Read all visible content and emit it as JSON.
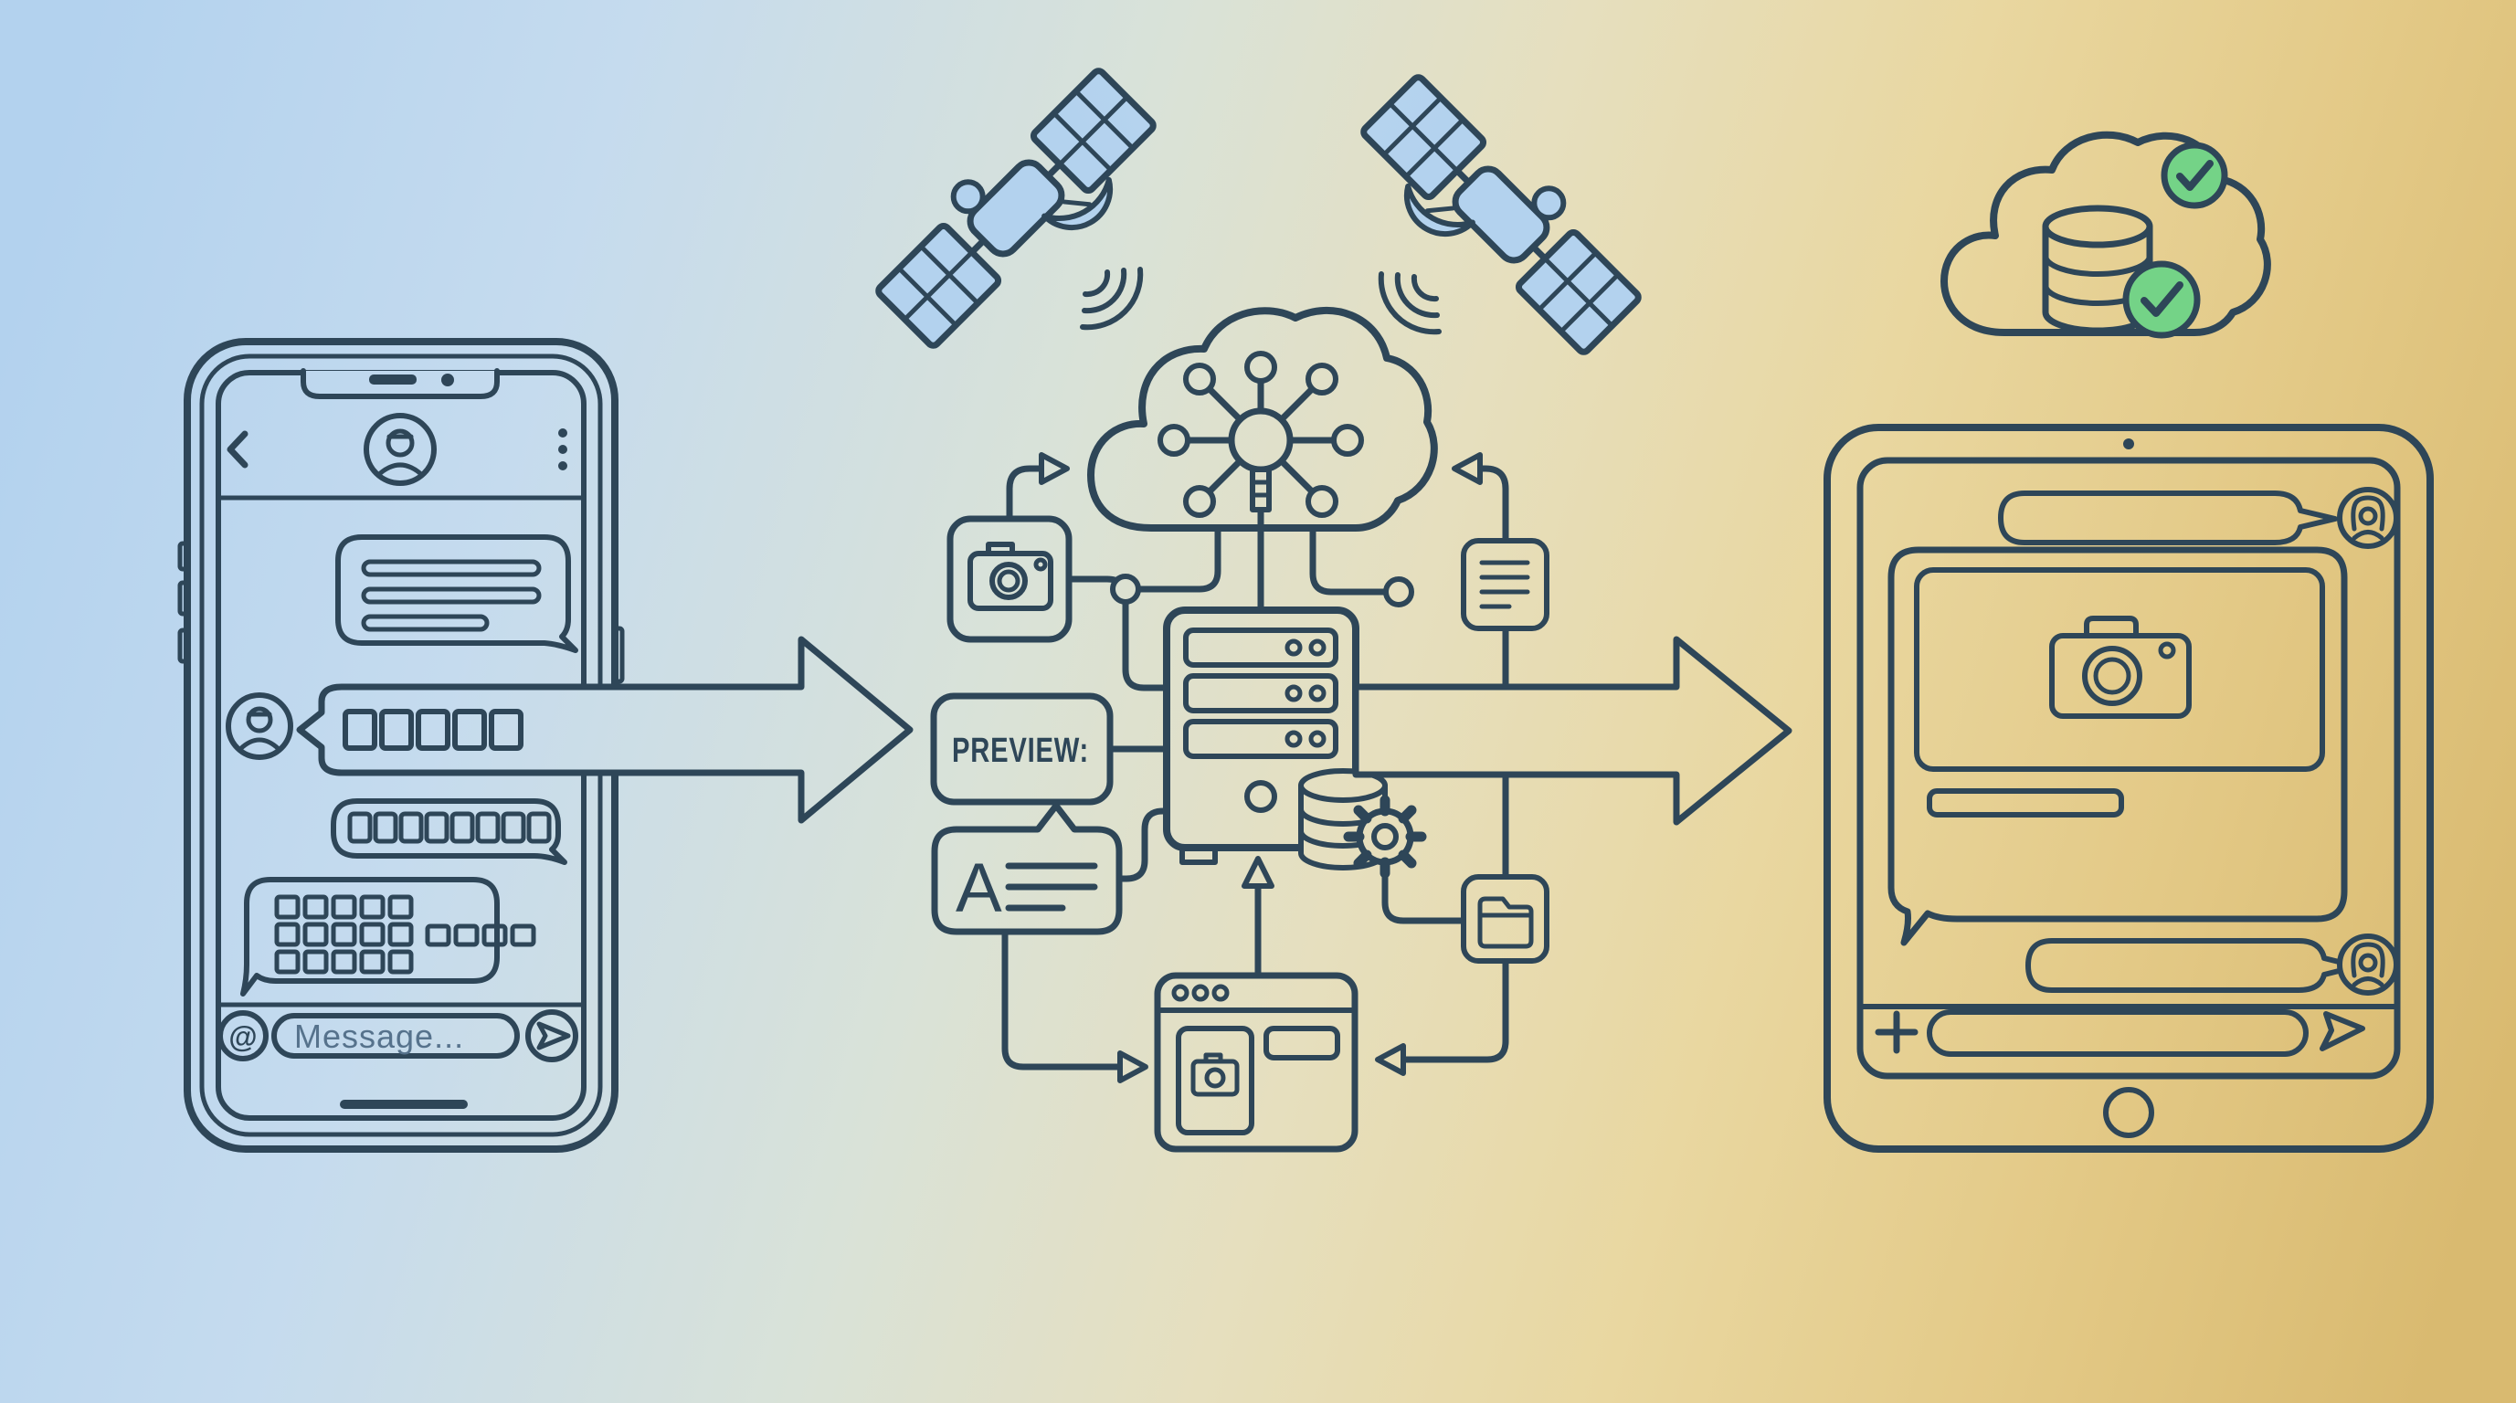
{
  "scene": {
    "description": "Line-art illustration: a photo message sent from a smartphone chat travels via satellites, cloud network, server and services, and arrives synced on a tablet chat app",
    "colors": {
      "line": "#2e4658",
      "background_left_blue": "#b3d2ee",
      "background_middle": "#dce3d6",
      "background_right_gold": "#dbbd72",
      "success_green": "#74d387",
      "muted_text": "#56728c"
    }
  },
  "phone": {
    "message_input": {
      "placeholder": "Message...",
      "value": ""
    },
    "attach_icon_glyph": "@",
    "icons": [
      "back-chevron-icon",
      "contact-avatar-icon",
      "more-menu-icon",
      "mention-icon",
      "send-plane-icon",
      "keyboard-bubble",
      "pixel-squares-bubbles",
      "home-indicator"
    ]
  },
  "pipeline": {
    "preview_box": {
      "label": "PREVIEW:"
    },
    "text_bubble": {
      "letter": "A"
    },
    "icons": [
      "satellite-icon",
      "satellite-icon-mirrored",
      "cloud-icon",
      "network-hub-icon",
      "server-rack-icon",
      "camera-icon",
      "document-icon",
      "database-icon",
      "gear-icon",
      "folder-icon",
      "browser-window-icon"
    ],
    "flow_arrows": [
      "phone-to-preview",
      "camera-to-cloud",
      "document-to-cloud",
      "cloud-to-server",
      "browser-up-to-server",
      "text-to-browser",
      "folder-to-browser",
      "server-to-tablet"
    ]
  },
  "cloud_storage": {
    "icons": [
      "cloud-icon",
      "database-icon",
      "check-circle-icon",
      "check-circle-icon"
    ],
    "checks_count": 2
  },
  "tablet": {
    "icons": [
      "front-camera-dot",
      "female-avatar-icon",
      "photo-card",
      "camera-photo-icon",
      "caption-bar",
      "plus-icon",
      "send-plane-icon",
      "home-button"
    ],
    "message_input": {
      "value": ""
    }
  }
}
